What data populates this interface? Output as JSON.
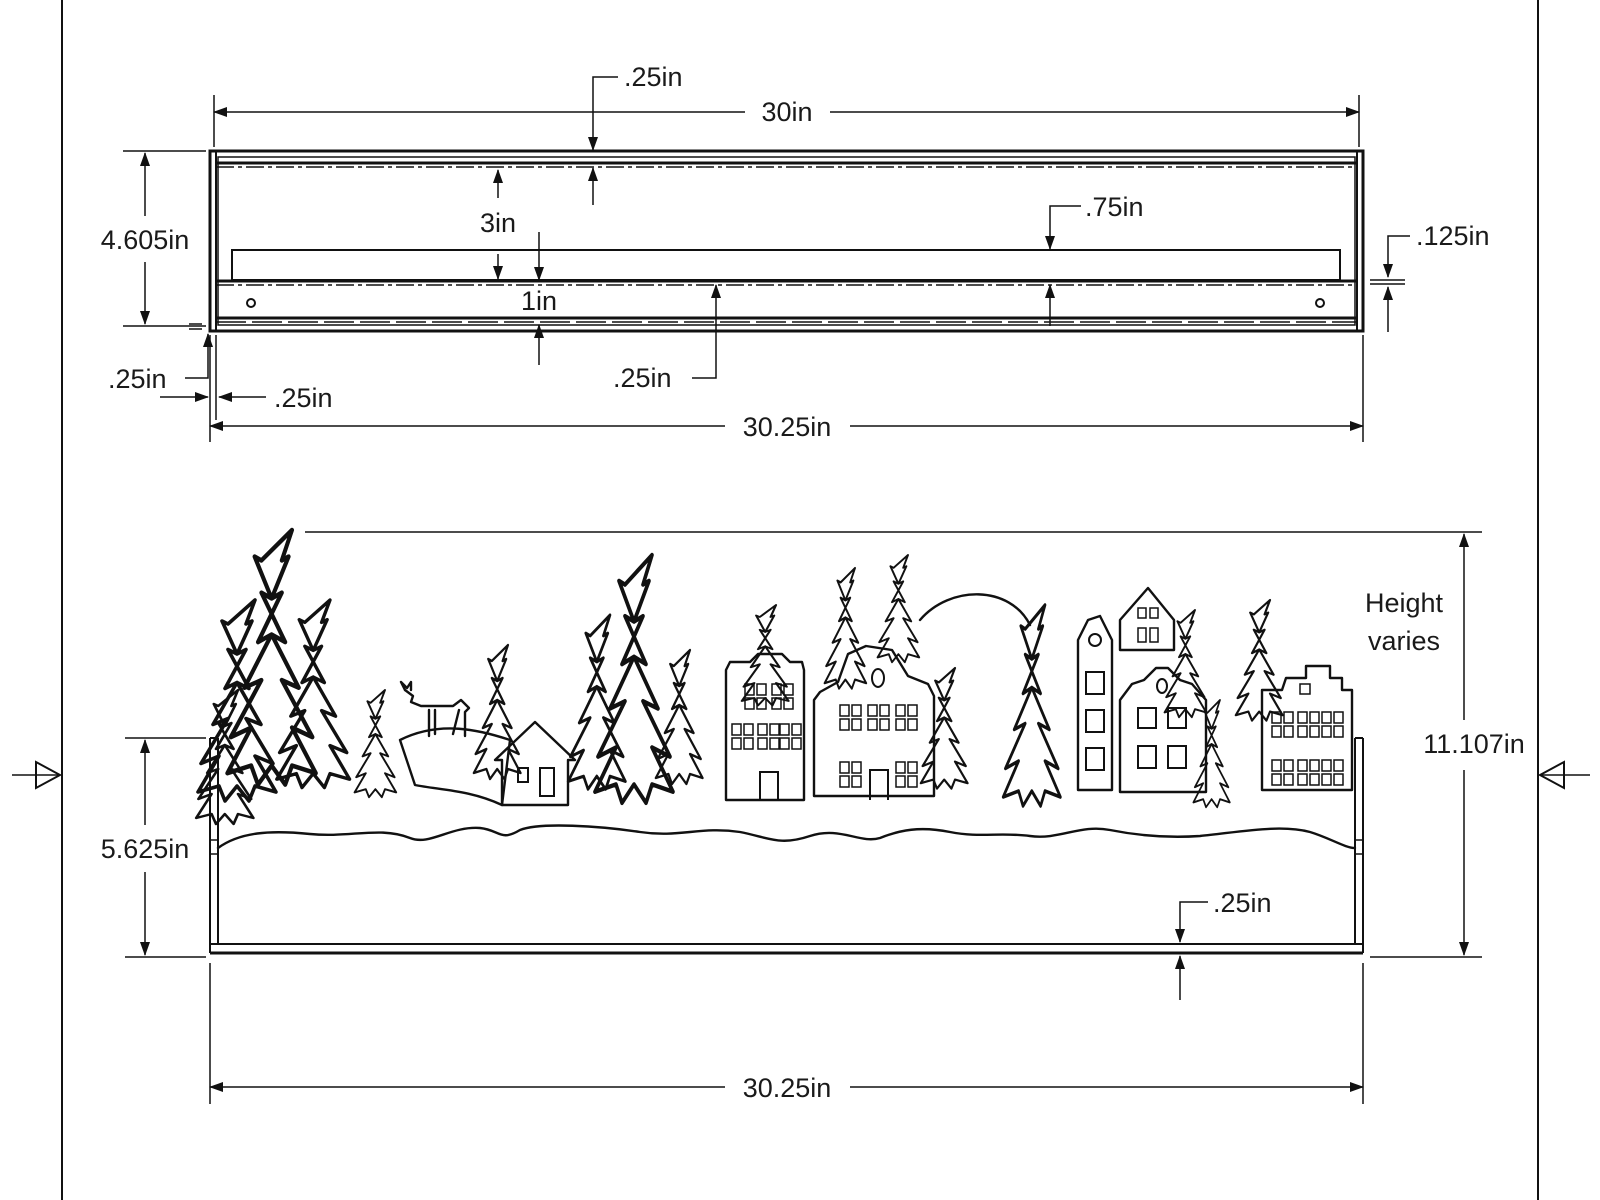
{
  "top_view": {
    "overall_width": "30in",
    "top_thickness": ".25in",
    "depth": "4.605in",
    "inner_height": "3in",
    "lip_offset": ".75in",
    "lip_thickness": ".125in",
    "bottom_gap": "1in",
    "wall_thickness_left": ".25in",
    "wall_inset": ".25in",
    "bottom_thickness": ".25in",
    "total_width": "30.25in"
  },
  "front_view": {
    "height_note_line1": "Height",
    "height_note_line2": "varies",
    "overall_height": "11.107in",
    "base_height": "5.625in",
    "base_thickness": ".25in",
    "total_width": "30.25in"
  }
}
